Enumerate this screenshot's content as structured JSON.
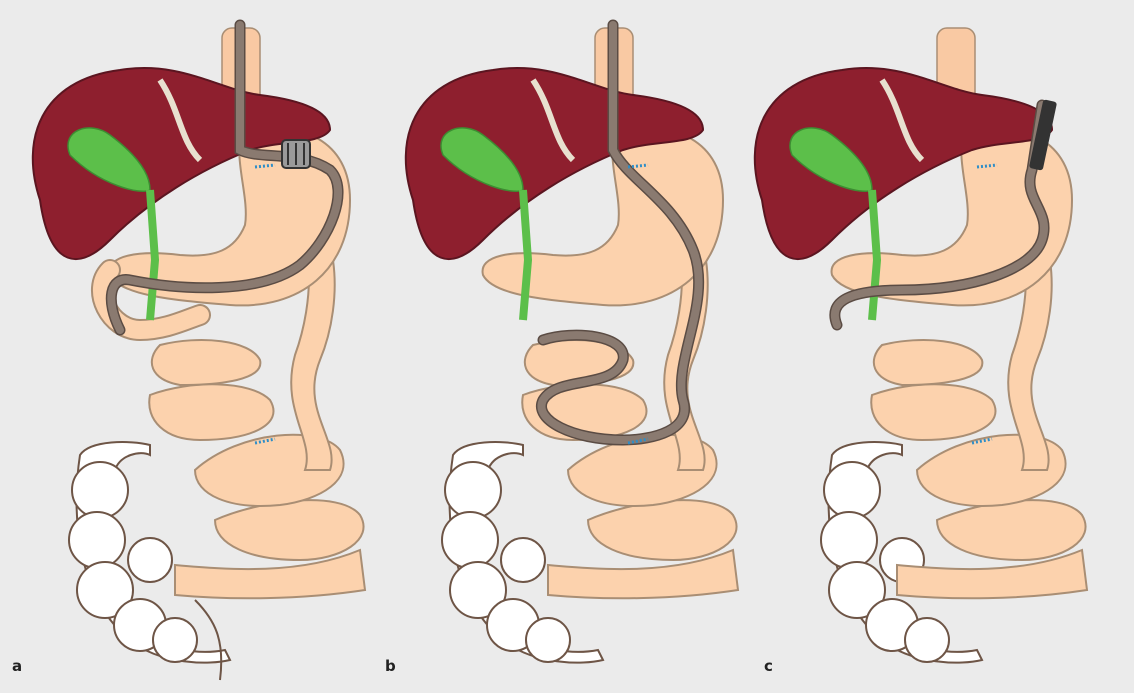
{
  "figure": {
    "panels": [
      {
        "id": "a",
        "label": "a"
      },
      {
        "id": "b",
        "label": "b"
      },
      {
        "id": "c",
        "label": "c"
      }
    ]
  },
  "colors": {
    "background": "#ebebeb",
    "liver": "#8e1f2e",
    "liver_dark": "#6a1422",
    "gallbladder": "#5cbf4a",
    "intestine": "#fcd2ad",
    "intestine_outline": "#a98e74",
    "colon": "#ffffff",
    "scope": "#8a7a70",
    "scope_outline": "#5b4c44",
    "staples": "#2f8ec7",
    "esophagus": "#f9c9a3"
  },
  "icons": [
    "liver-icon",
    "gallbladder-icon",
    "stomach-icon",
    "colon-icon",
    "endoscope-icon",
    "balloon-icon",
    "staple-line-icon"
  ]
}
